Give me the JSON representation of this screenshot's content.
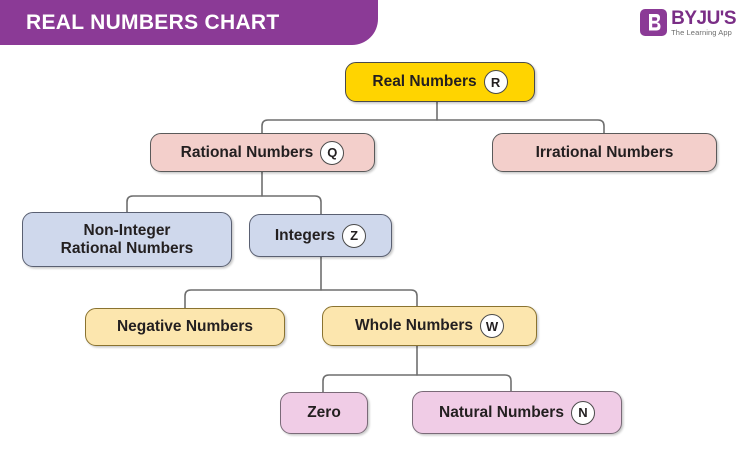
{
  "header": {
    "title": "REAL NUMBERS CHART",
    "banner_color": "#8B3A96"
  },
  "logo": {
    "name": "BYJU'S",
    "tagline": "The Learning App",
    "mark_letter": "B",
    "color": "#7A2E86"
  },
  "diagram": {
    "type": "tree",
    "nodes": [
      {
        "id": "real-numbers",
        "label": "Real Numbers",
        "badge": "R",
        "fill": "#FFD400",
        "level": 0
      },
      {
        "id": "rational-numbers",
        "label": "Rational Numbers",
        "badge": "Q",
        "fill": "#F3CFCB",
        "level": 1
      },
      {
        "id": "irrational-numbers",
        "label": "Irrational Numbers",
        "badge": "",
        "fill": "#F3CFCB",
        "level": 1
      },
      {
        "id": "non-integer-rational-numbers",
        "label": "Non-Integer\nRational Numbers",
        "badge": "",
        "fill": "#CFD8EC",
        "level": 2
      },
      {
        "id": "integers",
        "label": "Integers",
        "badge": "Z",
        "fill": "#CFD8EC",
        "level": 2
      },
      {
        "id": "negative-numbers",
        "label": "Negative Numbers",
        "badge": "",
        "fill": "#FCE6AE",
        "level": 3
      },
      {
        "id": "whole-numbers",
        "label": "Whole Numbers",
        "badge": "W",
        "fill": "#FCE6AE",
        "level": 3
      },
      {
        "id": "zero",
        "label": "Zero",
        "badge": "",
        "fill": "#F0CCE6",
        "level": 4
      },
      {
        "id": "natural-numbers",
        "label": "Natural Numbers",
        "badge": "N",
        "fill": "#F0CCE6",
        "level": 4
      }
    ],
    "edges": [
      {
        "from": "real-numbers",
        "to": "rational-numbers"
      },
      {
        "from": "real-numbers",
        "to": "irrational-numbers"
      },
      {
        "from": "rational-numbers",
        "to": "non-integer-rational-numbers"
      },
      {
        "from": "rational-numbers",
        "to": "integers"
      },
      {
        "from": "integers",
        "to": "negative-numbers"
      },
      {
        "from": "integers",
        "to": "whole-numbers"
      },
      {
        "from": "whole-numbers",
        "to": "zero"
      },
      {
        "from": "whole-numbers",
        "to": "natural-numbers"
      }
    ]
  }
}
